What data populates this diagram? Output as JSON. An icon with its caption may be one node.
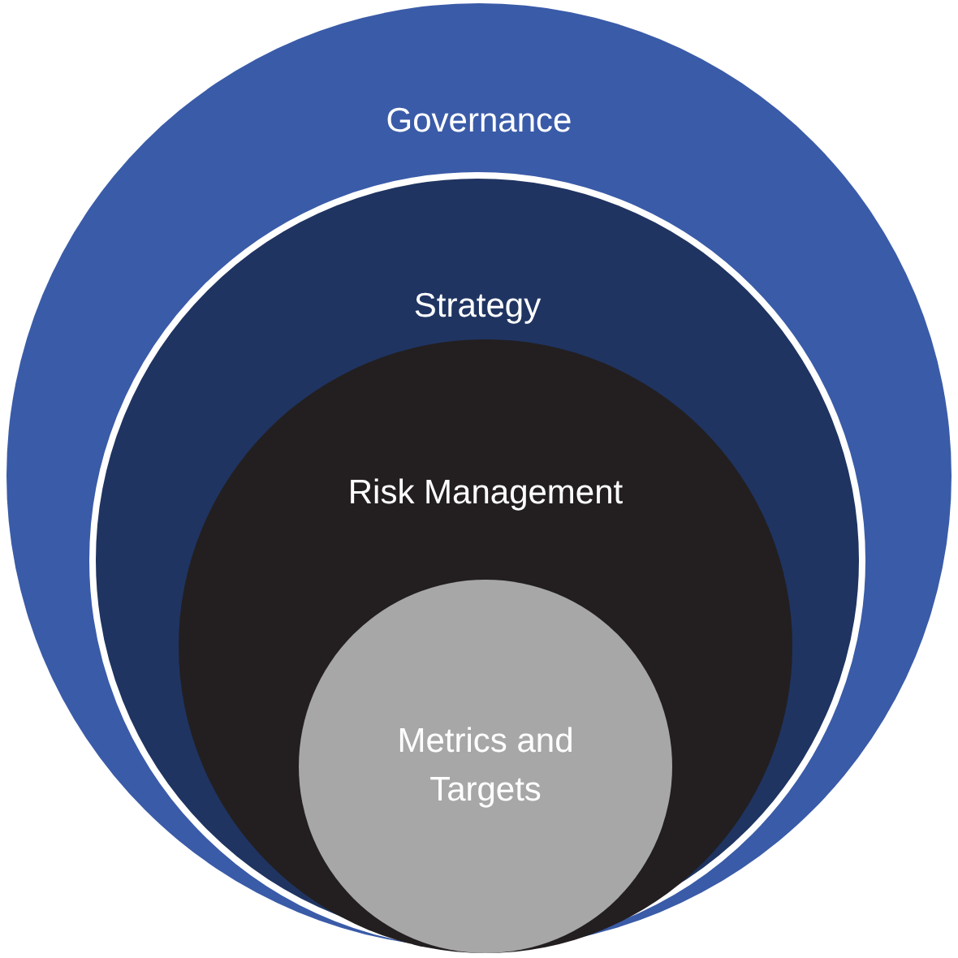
{
  "diagram": {
    "nodes": [
      {
        "text": [
          "Governance"
        ]
      },
      {
        "text": [
          "Strategy"
        ],
        "in": 0
      },
      {
        "text": [
          "Risk Management"
        ],
        "in": 1
      },
      {
        "text": [
          "Metrics and Targets"
        ],
        "in": 2
      }
    ]
  }
}
